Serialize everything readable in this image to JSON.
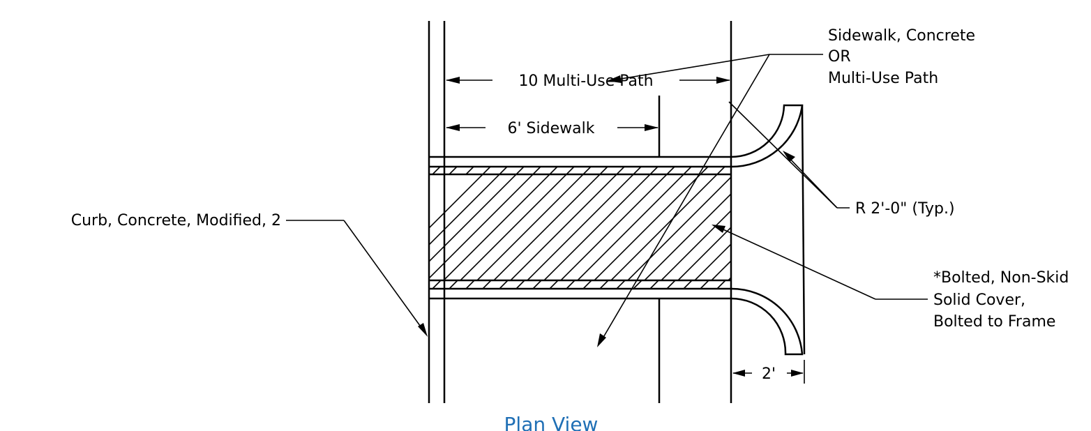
{
  "labels": {
    "sidewalk_concrete": "Sidewalk, Concrete",
    "or": "OR",
    "multi_use_path": "Multi-Use Path",
    "dim_10_multi_use": "10 Multi-Use Path",
    "dim_6_sidewalk": "6' Sidewalk",
    "radius": "R 2'-0\" (Typ.)",
    "curb": "Curb, Concrete, Modified, 2",
    "cover_line1": "*Bolted, Non-Skid",
    "cover_line2": "Solid Cover,",
    "cover_line3": "Bolted to Frame",
    "dim_2": "2'",
    "caption": "Plan View"
  },
  "colors": {
    "lines": "#000000",
    "caption": "#1f6fb5"
  }
}
